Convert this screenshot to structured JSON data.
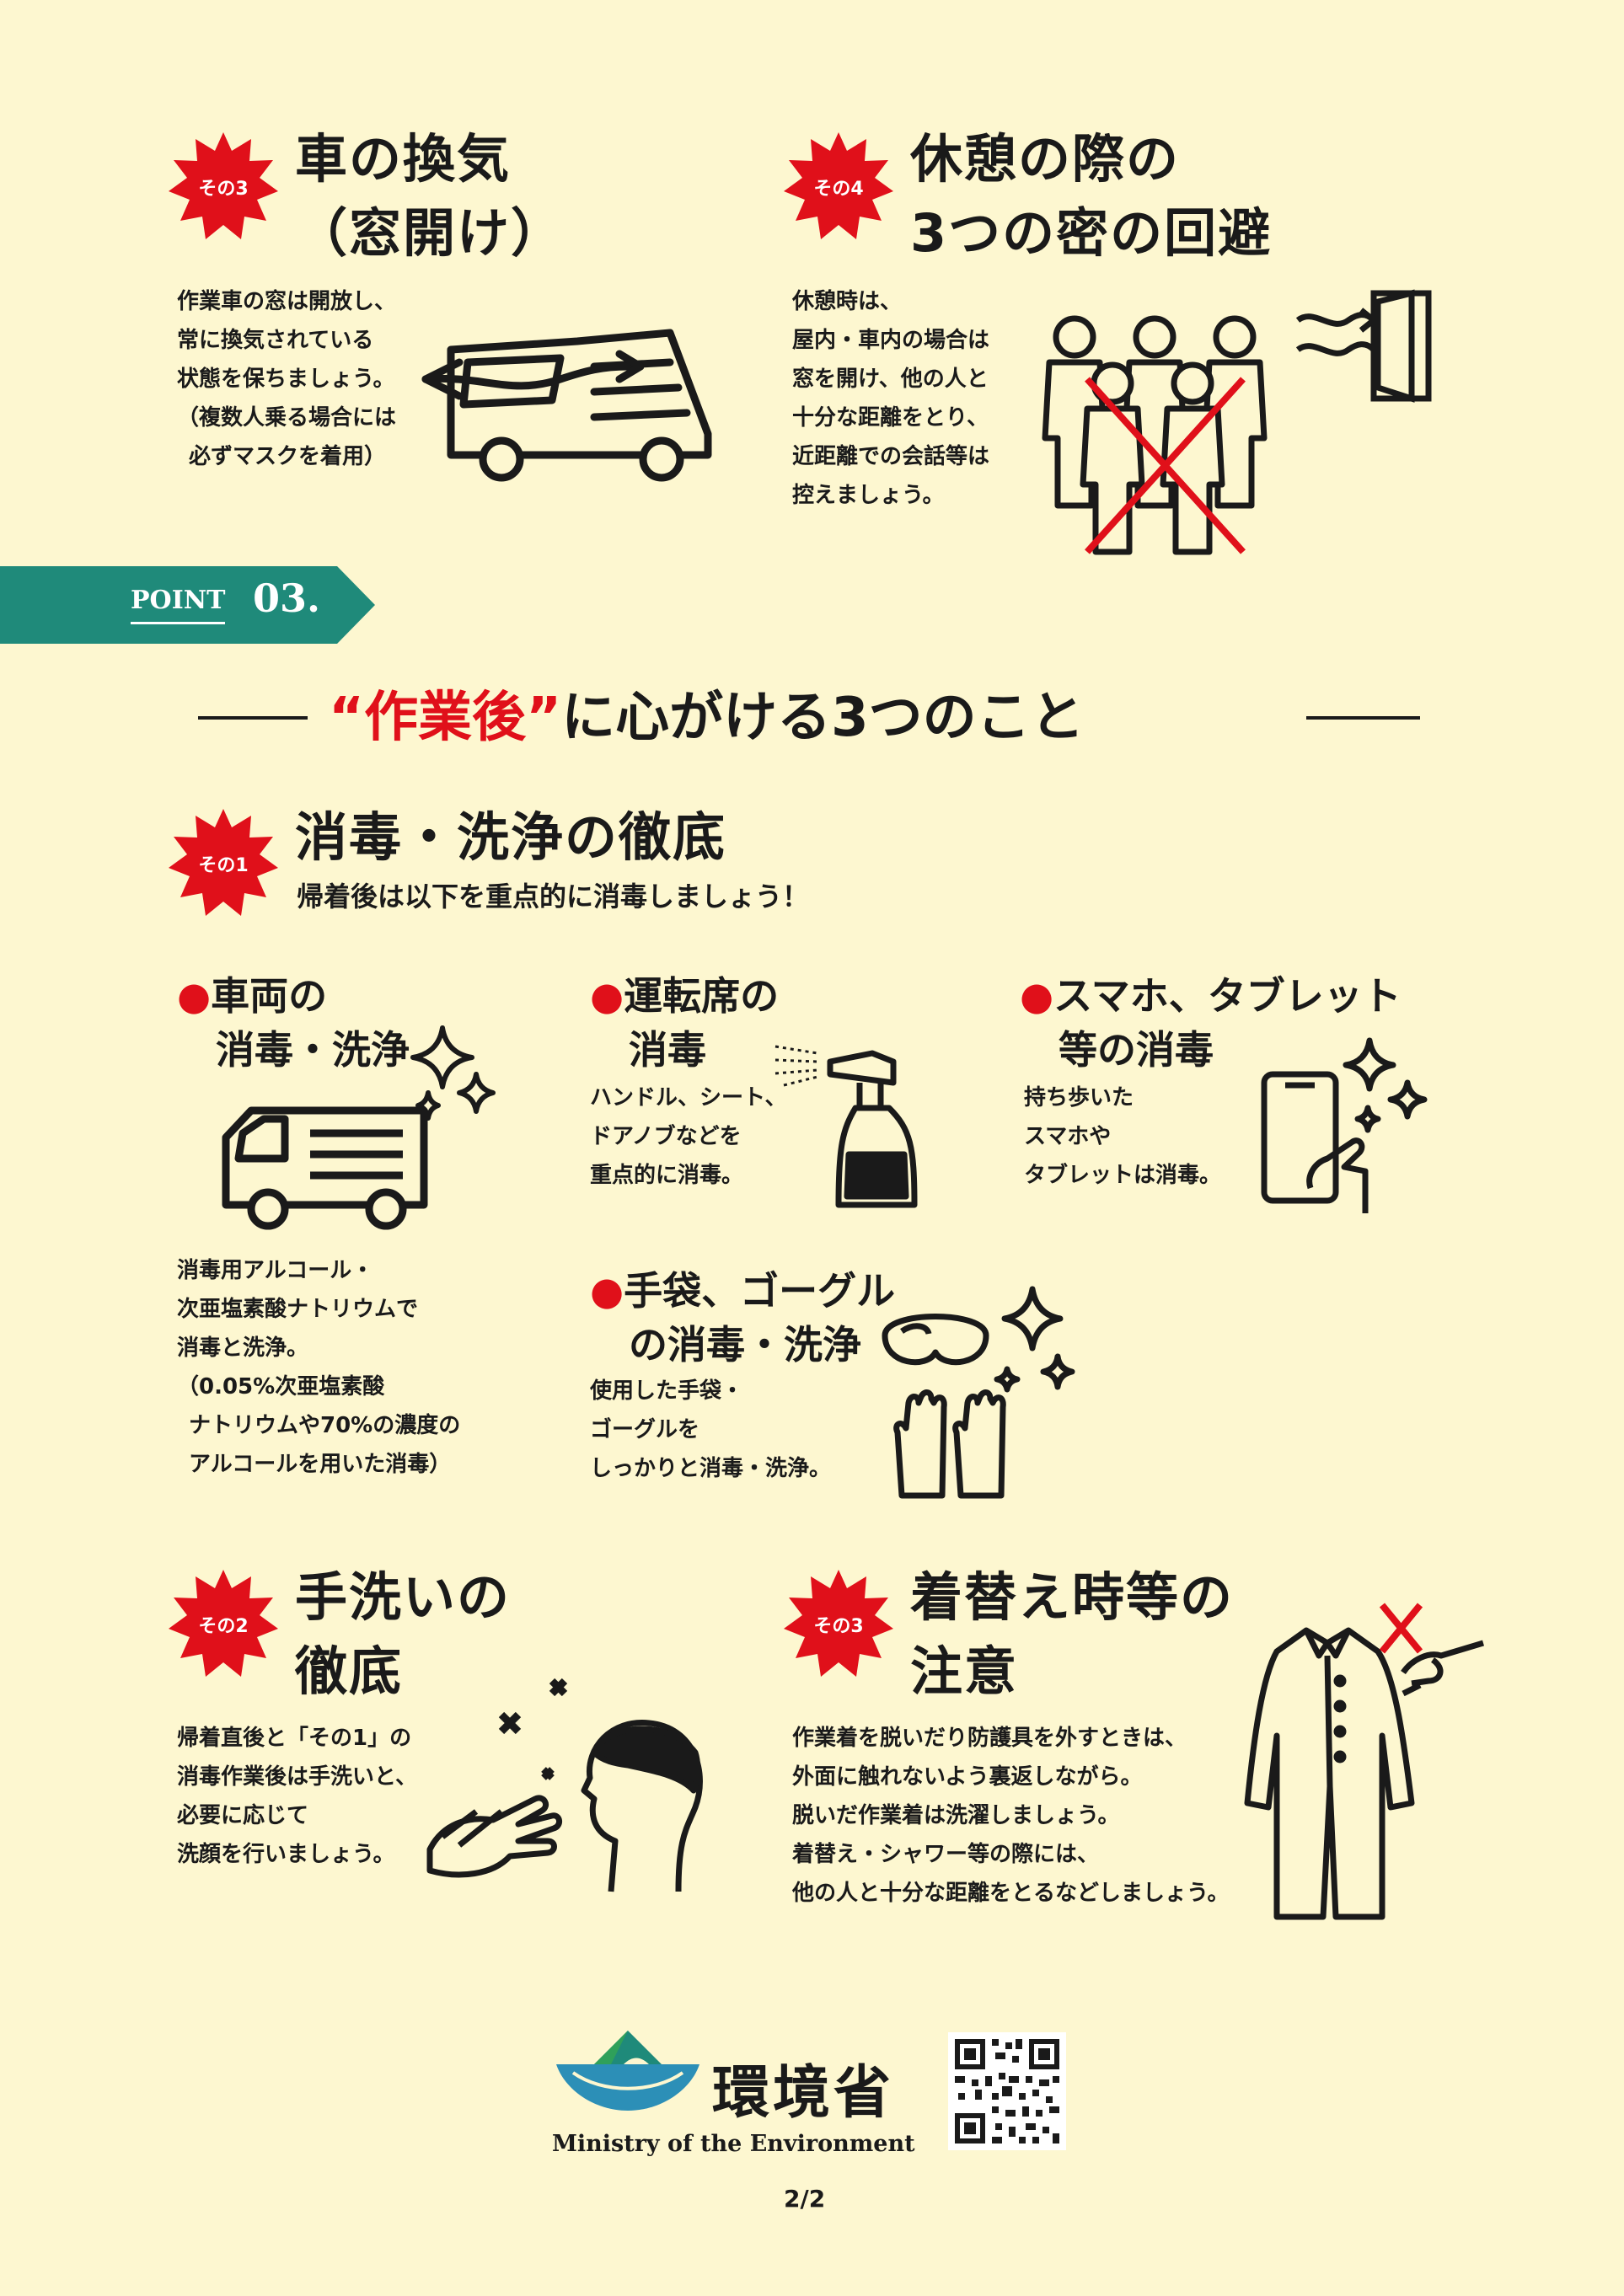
{
  "sec3": {
    "badge": "その3",
    "title_lines": [
      "車の換気",
      "（窓開け）"
    ],
    "body_lines": [
      "作業車の窓は開放し、",
      "常に換気されている",
      "状態を保ちましょう。",
      "（複数人乗る場合には",
      "必ずマスクを着用）"
    ]
  },
  "sec4": {
    "badge": "その4",
    "title_lines": [
      "休憩の際の",
      "3つの密の回避"
    ],
    "body_lines": [
      "休憩時は、",
      "屋内・車内の場合は",
      "窓を開け、他の人と",
      "十分な距離をとり、",
      "近距離での会話等は",
      "控えましょう。"
    ]
  },
  "point": {
    "label": "POINT",
    "number": "03."
  },
  "heading": {
    "open_quote": "“",
    "red": "作業後",
    "close_quote": "”",
    "rest": "に心がける3つのこと"
  },
  "after1": {
    "badge": "その1",
    "title": "消毒・洗浄の徹底",
    "subtitle": "帰着後は以下を重点的に消毒しましょう！"
  },
  "item_vehicle": {
    "title_lines": [
      "車両の",
      "消毒・洗浄"
    ],
    "body_lines": [
      "消毒用アルコール・",
      "次亜塩素酸ナトリウムで",
      "消毒と洗浄。",
      "（0.05%次亜塩素酸",
      "ナトリウムや70%の濃度の",
      "アルコールを用いた消毒）"
    ]
  },
  "item_seat": {
    "title_lines": [
      "運転席の",
      "消毒"
    ],
    "body_lines": [
      "ハンドル、シート、",
      "ドアノブなどを",
      "重点的に消毒。"
    ]
  },
  "item_phone": {
    "title_lines": [
      "スマホ、タブレット",
      "等の消毒"
    ],
    "body_lines": [
      "持ち歩いた",
      "スマホや",
      "タブレットは消毒。"
    ]
  },
  "item_gloves": {
    "title_lines": [
      "手袋、ゴーグル",
      "の消毒・洗浄"
    ],
    "body_lines": [
      "使用した手袋・",
      "ゴーグルを",
      "しっかりと消毒・洗浄。"
    ]
  },
  "after2": {
    "badge": "その2",
    "title_lines": [
      "手洗いの",
      "徹底"
    ],
    "body_lines": [
      "帰着直後と「その1」の",
      "消毒作業後は手洗いと、",
      "必要に応じて",
      "洗顔を行いましょう。"
    ]
  },
  "after3": {
    "badge": "その3",
    "title_lines": [
      "着替え時等の",
      "注意"
    ],
    "body_lines": [
      "作業着を脱いだり防護具を外すときは、",
      "外面に触れないよう裏返しながら。",
      "脱いだ作業着は洗濯しましょう。",
      "着替え・シャワー等の際には、",
      "他の人と十分な距離をとるなどしましょう。"
    ]
  },
  "footer": {
    "ministry_ja": "環境省",
    "ministry_en": "Ministry of the Environment",
    "page": "2/2"
  },
  "colors": {
    "red": "#e0101a",
    "teal": "#1f8a7a",
    "background": "#fdf7d0",
    "ink": "#1a1a1a"
  }
}
